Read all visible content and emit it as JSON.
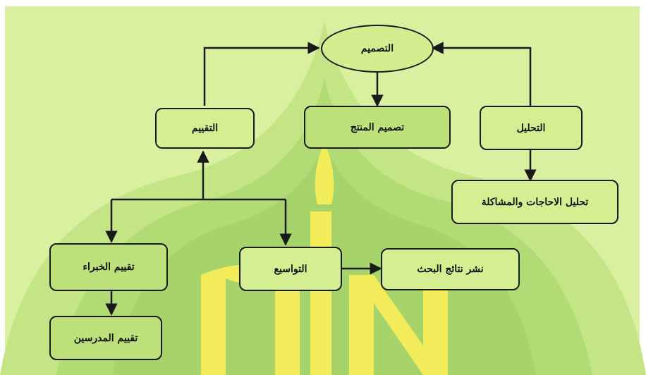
{
  "diagram": {
    "nodes": {
      "design": "التصميم",
      "analysis": "التحليل",
      "product_design": "تصميم المنتج",
      "evaluation": "التقييم",
      "needs_analysis": "تحليل الاحاجات والمشاكلة",
      "expert_evaluation": "تقييم الخبراء",
      "expansion": "التواسيع",
      "publish_results": "نشر نتائج البحث",
      "teachers_evaluation": "تقييم المدرسين"
    },
    "colors": {
      "background": "#d9f0a0",
      "watermark_green": "#a6d46a",
      "watermark_yellow": "#f2ec5a",
      "node_border": "#1a1a1a",
      "arrow": "#1a1a1a"
    }
  }
}
